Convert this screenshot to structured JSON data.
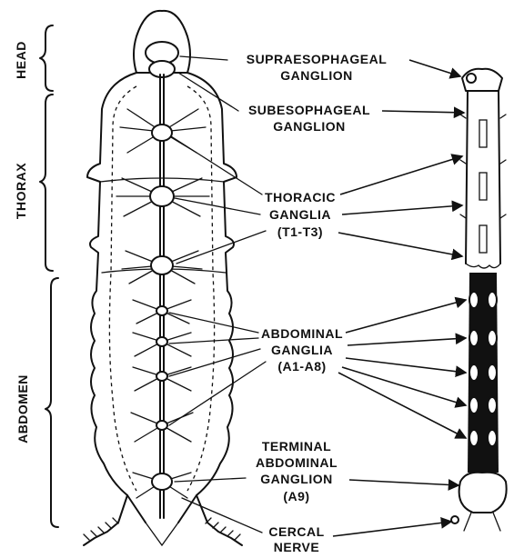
{
  "regions": {
    "head": "HEAD",
    "thorax": "THORAX",
    "abdomen": "ABDOMEN"
  },
  "labels": {
    "supraesophageal": [
      "SUPRAESOPHAGEAL",
      "GANGLION"
    ],
    "subesophageal": [
      "SUBESOPHAGEAL",
      "GANGLION"
    ],
    "thoracic": [
      "THORACIC",
      "GANGLIA",
      "(T1-T3)"
    ],
    "abdominal": [
      "ABDOMINAL",
      "GANGLIA",
      "(A1-A8)"
    ],
    "terminal": [
      "TERMINAL",
      "ABDOMINAL",
      "GANGLION",
      "(A9)"
    ],
    "cercal": [
      "CERCAL",
      "NERVE"
    ]
  },
  "colors": {
    "ink": "#111111",
    "background": "#ffffff"
  }
}
